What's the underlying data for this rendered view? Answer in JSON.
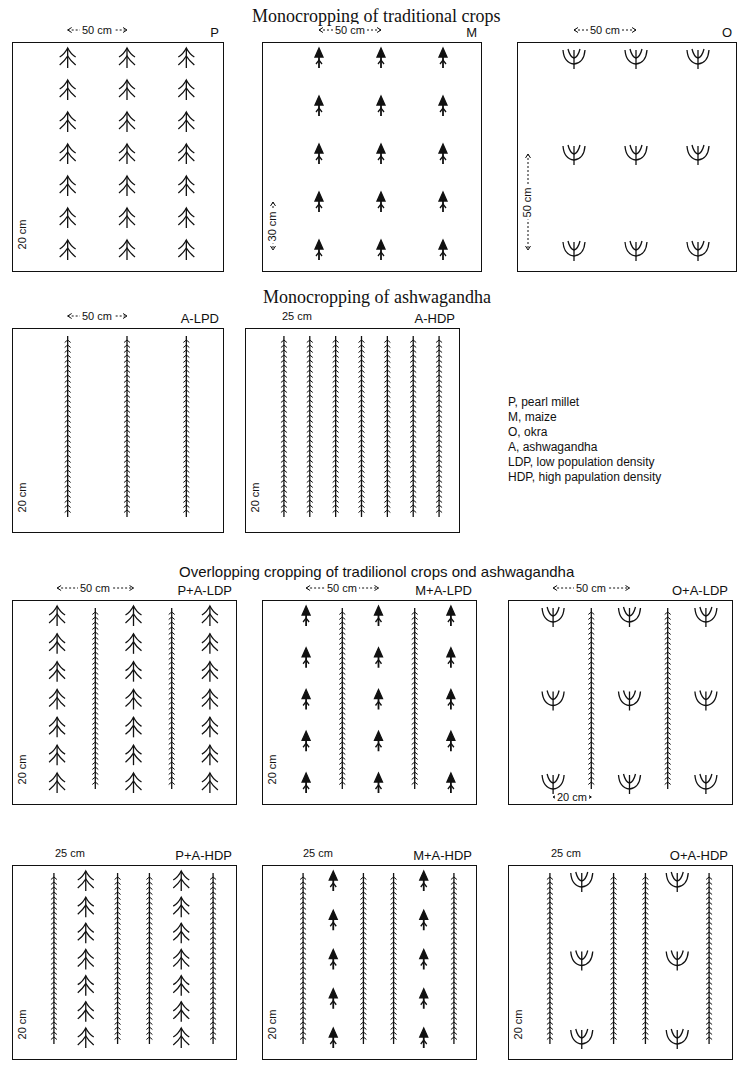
{
  "diagram": {
    "nodes": [
      {
        "text": [
          "P"
        ]
      },
      {
        "text": [
          "M"
        ]
      },
      {
        "text": [
          "O"
        ]
      },
      {
        "text": [
          "A-LPD"
        ]
      },
      {
        "text": [
          "A-HDP"
        ]
      },
      {
        "text": [
          "P+A-LDP"
        ]
      },
      {
        "text": [
          "M+A-LPD"
        ]
      },
      {
        "text": [
          "O+A-LDP"
        ]
      },
      {
        "text": [
          "P+A-HDP"
        ]
      },
      {
        "text": [
          "M+A-HDP"
        ]
      },
      {
        "text": [
          "O+A-HDP"
        ]
      }
    ],
    "labels": [
      "Monocropping of traditional crops",
      "50 cm",
      "20 cm",
      "50 cm",
      "30 cm",
      "50 cm",
      "50 cm",
      "Monocropping of ashwagandha",
      "50 cm",
      "20 cm",
      "25 cm",
      "20 cm",
      "P, pearl millet",
      "M, maize",
      "O, okra",
      "A, ashwagandha",
      "LDP, low population density",
      "HDP, high papulation density",
      "Overlopping cropping of tradilionol crops ond ashwagandha",
      "50 cm",
      "20 cm",
      "50 cm",
      "20 cm",
      "50 cm",
      "20 cm",
      "25 cm",
      "20 cm",
      "25 cm",
      "20 cm",
      "25 cm",
      "20 cm"
    ]
  }
}
